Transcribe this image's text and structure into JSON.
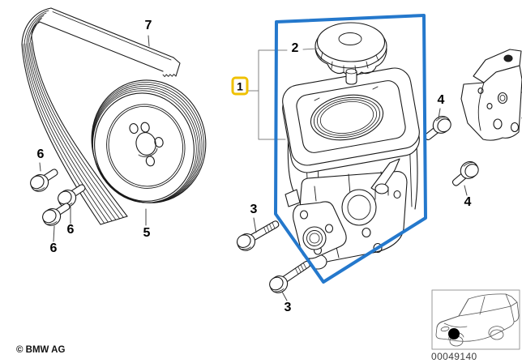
{
  "diagram": {
    "callouts": [
      {
        "id": "1",
        "label": "1",
        "highlighted": true
      },
      {
        "id": "2",
        "label": "2",
        "highlighted": false
      },
      {
        "id": "3a",
        "label": "3",
        "highlighted": false
      },
      {
        "id": "3b",
        "label": "3",
        "highlighted": false
      },
      {
        "id": "4a",
        "label": "4",
        "highlighted": false
      },
      {
        "id": "4b",
        "label": "4",
        "highlighted": false
      },
      {
        "id": "5",
        "label": "5",
        "highlighted": false
      },
      {
        "id": "6a",
        "label": "6",
        "highlighted": false
      },
      {
        "id": "6b",
        "label": "6",
        "highlighted": false
      },
      {
        "id": "6c",
        "label": "6",
        "highlighted": false
      },
      {
        "id": "7",
        "label": "7",
        "highlighted": false
      }
    ],
    "colors": {
      "highlight_box_yellow": "#EFC100",
      "selection_outline_blue": "#2478CC",
      "line_art": "#1A1A1A"
    },
    "icons": {
      "car_thumbnail": "bmw-sedan-outline-icon",
      "location_marker": "filled-black-dot"
    }
  },
  "inset": {
    "image_number": "00049140"
  },
  "footer": {
    "copyright": "© BMW AG"
  }
}
